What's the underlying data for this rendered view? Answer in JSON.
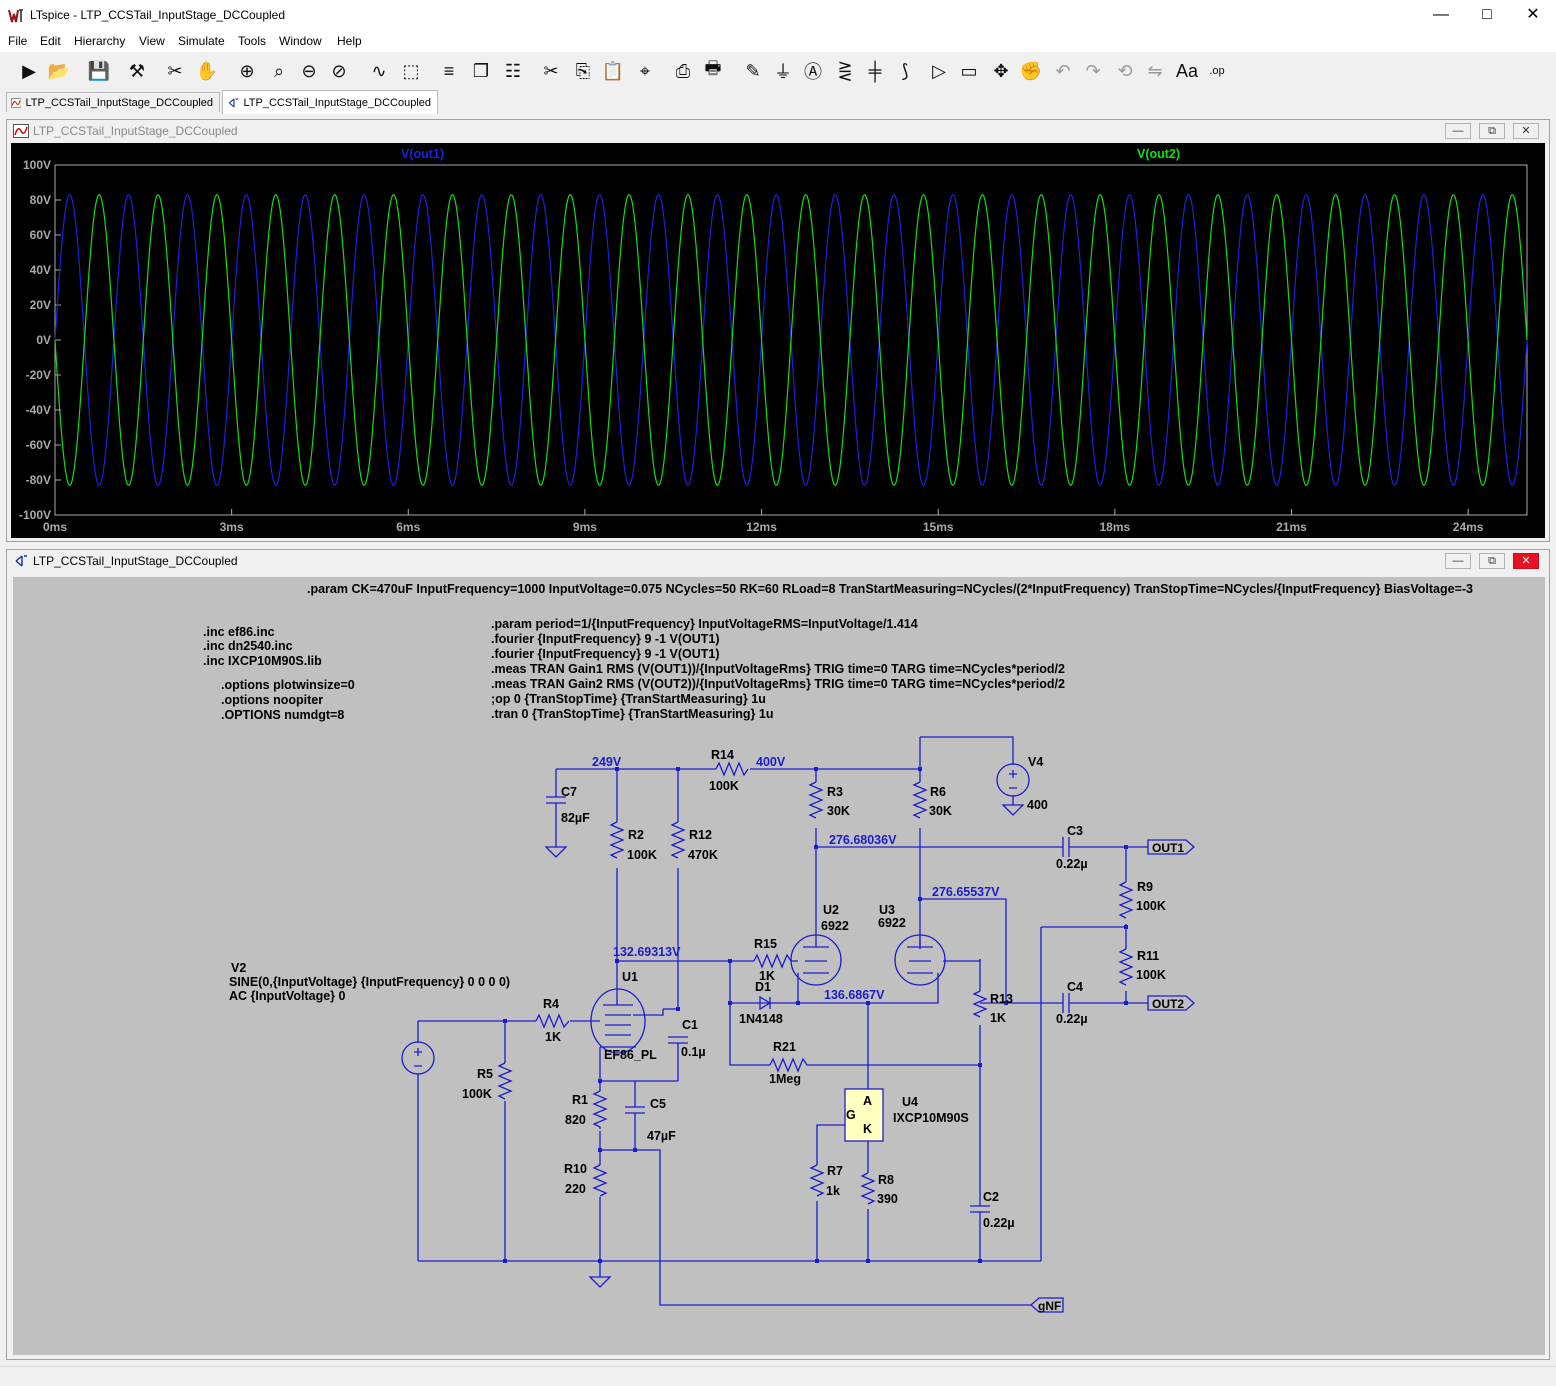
{
  "app": {
    "window_title": "LTspice - LTP_CCSTail_InputStage_DCCoupled",
    "menu": [
      "File",
      "Edit",
      "Hierarchy",
      "View",
      "Simulate",
      "Tools",
      "Window",
      "Help"
    ],
    "toolbar_icons": [
      "run-icon",
      "open-icon",
      "save-icon",
      "control-panel-icon",
      "halt-icon",
      "pan-icon",
      "zoom-in-icon",
      "zoom-area-icon",
      "zoom-out-icon",
      "zoom-cancel-icon",
      "autorange-icon",
      "fit-icon",
      "tile-horizontal-icon",
      "cascade-icon",
      "tile-vertical-icon",
      "cut-icon",
      "copy-icon",
      "paste-icon",
      "find-icon",
      "print-setup-icon",
      "print-icon",
      "wire-icon",
      "ground-icon",
      "label-icon",
      "resistor-icon",
      "capacitor-icon",
      "inductor-icon",
      "diode-icon",
      "component-icon",
      "move-icon",
      "drag-icon",
      "undo-icon",
      "redo-icon",
      "rotate-icon",
      "mirror-icon",
      "text-icon",
      "spice-directive-icon"
    ],
    "tabs": [
      {
        "label": "LTP_CCSTail_InputStage_DCCoupled",
        "kind": "waveform"
      },
      {
        "label": "LTP_CCSTail_InputStage_DCCoupled",
        "kind": "schematic"
      }
    ]
  },
  "plot_window": {
    "title": "LTP_CCSTail_InputStage_DCCoupled",
    "trace_labels": [
      {
        "text": "V(out1)",
        "color": "#2020e0"
      },
      {
        "text": "V(out2)",
        "color": "#10e010"
      }
    ]
  },
  "chart_data": {
    "type": "line",
    "xlabel": "",
    "ylabel": "",
    "xlim": [
      0,
      25
    ],
    "ylim": [
      -100,
      100
    ],
    "x_unit": "ms",
    "x_ticks": [
      "0ms",
      "3ms",
      "6ms",
      "9ms",
      "12ms",
      "15ms",
      "18ms",
      "21ms",
      "24ms"
    ],
    "y_ticks": [
      "100V",
      "80V",
      "60V",
      "40V",
      "20V",
      "0V",
      "-20V",
      "-40V",
      "-60V",
      "-80V",
      "-100V"
    ],
    "grid": false,
    "series": [
      {
        "name": "V(out1)",
        "color": "#2020e0",
        "amplitude": 83,
        "offset": 0,
        "frequency_cycles_per_ms": 1,
        "phase_deg": 0
      },
      {
        "name": "V(out2)",
        "color": "#10e010",
        "amplitude": 83,
        "offset": 0,
        "frequency_cycles_per_ms": 1,
        "phase_deg": 180
      }
    ]
  },
  "schematic_window": {
    "title": "LTP_CCSTail_InputStage_DCCoupled",
    "directives": {
      "param_line": ".param CK=470uF InputFrequency=1000 InputVoltage=0.075 NCycles=50 RK=60 RLoad=8 TranStartMeasuring=NCycles/(2*InputFrequency) TranStopTime=NCycles/{InputFrequency} BiasVoltage=-3",
      "includes": [
        ".inc ef86.inc",
        ".inc dn2540.inc",
        ".inc IXCP10M90S.lib"
      ],
      "options": [
        ".options plotwinsize=0",
        ".options noopiter",
        ".OPTIONS numdgt=8"
      ],
      "analysis": [
        ".param period=1/{InputFrequency} InputVoltageRMS=InputVoltage/1.414",
        ".fourier {InputFrequency} 9 -1 V(OUT1)",
        ".fourier {InputFrequency} 9 -1 V(OUT1)",
        ".meas TRAN Gain1 RMS (V(OUT1))/{InputVoltageRms} TRIG time=0 TARG time=NCycles*period/2",
        ".meas TRAN Gain2 RMS (V(OUT2))/{InputVoltageRms} TRIG time=0 TARG time=NCycles*period/2",
        ";op 0 {TranStopTime} {TranStartMeasuring} 1u",
        ".tran 0 {TranStopTime} {TranStartMeasuring} 1u"
      ]
    },
    "node_voltages": {
      "n249": "249V",
      "n400": "400V",
      "out1_plate": "276.68036V",
      "out2_plate": "276.65537V",
      "grid_u2": "132.69313V",
      "cathode": "136.6867V"
    },
    "components": {
      "V2": {
        "name": "V2",
        "value": "SINE(0,{InputVoltage} {InputFrequency} 0 0 0 0)",
        "value2": "AC {InputVoltage} 0"
      },
      "V4": {
        "name": "V4",
        "value": "400"
      },
      "C7": {
        "name": "C7",
        "value": "82µF"
      },
      "R14": {
        "name": "R14",
        "value": "100K"
      },
      "R3": {
        "name": "R3",
        "value": "30K"
      },
      "R6": {
        "name": "R6",
        "value": "30K"
      },
      "R2": {
        "name": "R2",
        "value": "100K"
      },
      "R12": {
        "name": "R12",
        "value": "470K"
      },
      "C3": {
        "name": "C3",
        "value": "0.22µ"
      },
      "R9": {
        "name": "R9",
        "value": "100K"
      },
      "R11": {
        "name": "R11",
        "value": "100K"
      },
      "C4": {
        "name": "C4",
        "value": "0.22µ"
      },
      "U2": {
        "name": "U2",
        "value": "6922"
      },
      "U3": {
        "name": "U3",
        "value": "6922"
      },
      "R15": {
        "name": "R15",
        "value": "1K"
      },
      "D1": {
        "name": "D1",
        "value": "1N4148"
      },
      "U1": {
        "name": "U1",
        "value": "EF86_PL"
      },
      "R4": {
        "name": "R4",
        "value": "1K"
      },
      "C1": {
        "name": "C1",
        "value": "0.1µ"
      },
      "R13": {
        "name": "R13",
        "value": "1K"
      },
      "R21": {
        "name": "R21",
        "value": "1Meg"
      },
      "R5": {
        "name": "R5",
        "value": "100K"
      },
      "R1": {
        "name": "R1",
        "value": "820"
      },
      "C5": {
        "name": "C5",
        "value": "47µF"
      },
      "R10": {
        "name": "R10",
        "value": "220"
      },
      "U4": {
        "name": "U4",
        "value": "IXCP10M90S",
        "pin_a": "A",
        "pin_g": "G",
        "pin_k": "K"
      },
      "R7": {
        "name": "R7",
        "value": "1k"
      },
      "R8": {
        "name": "R8",
        "value": "390"
      },
      "C2": {
        "name": "C2",
        "value": "0.22µ"
      }
    },
    "net_labels": {
      "out1": "OUT1",
      "out2": "OUT2",
      "gnf": "gNF"
    }
  }
}
